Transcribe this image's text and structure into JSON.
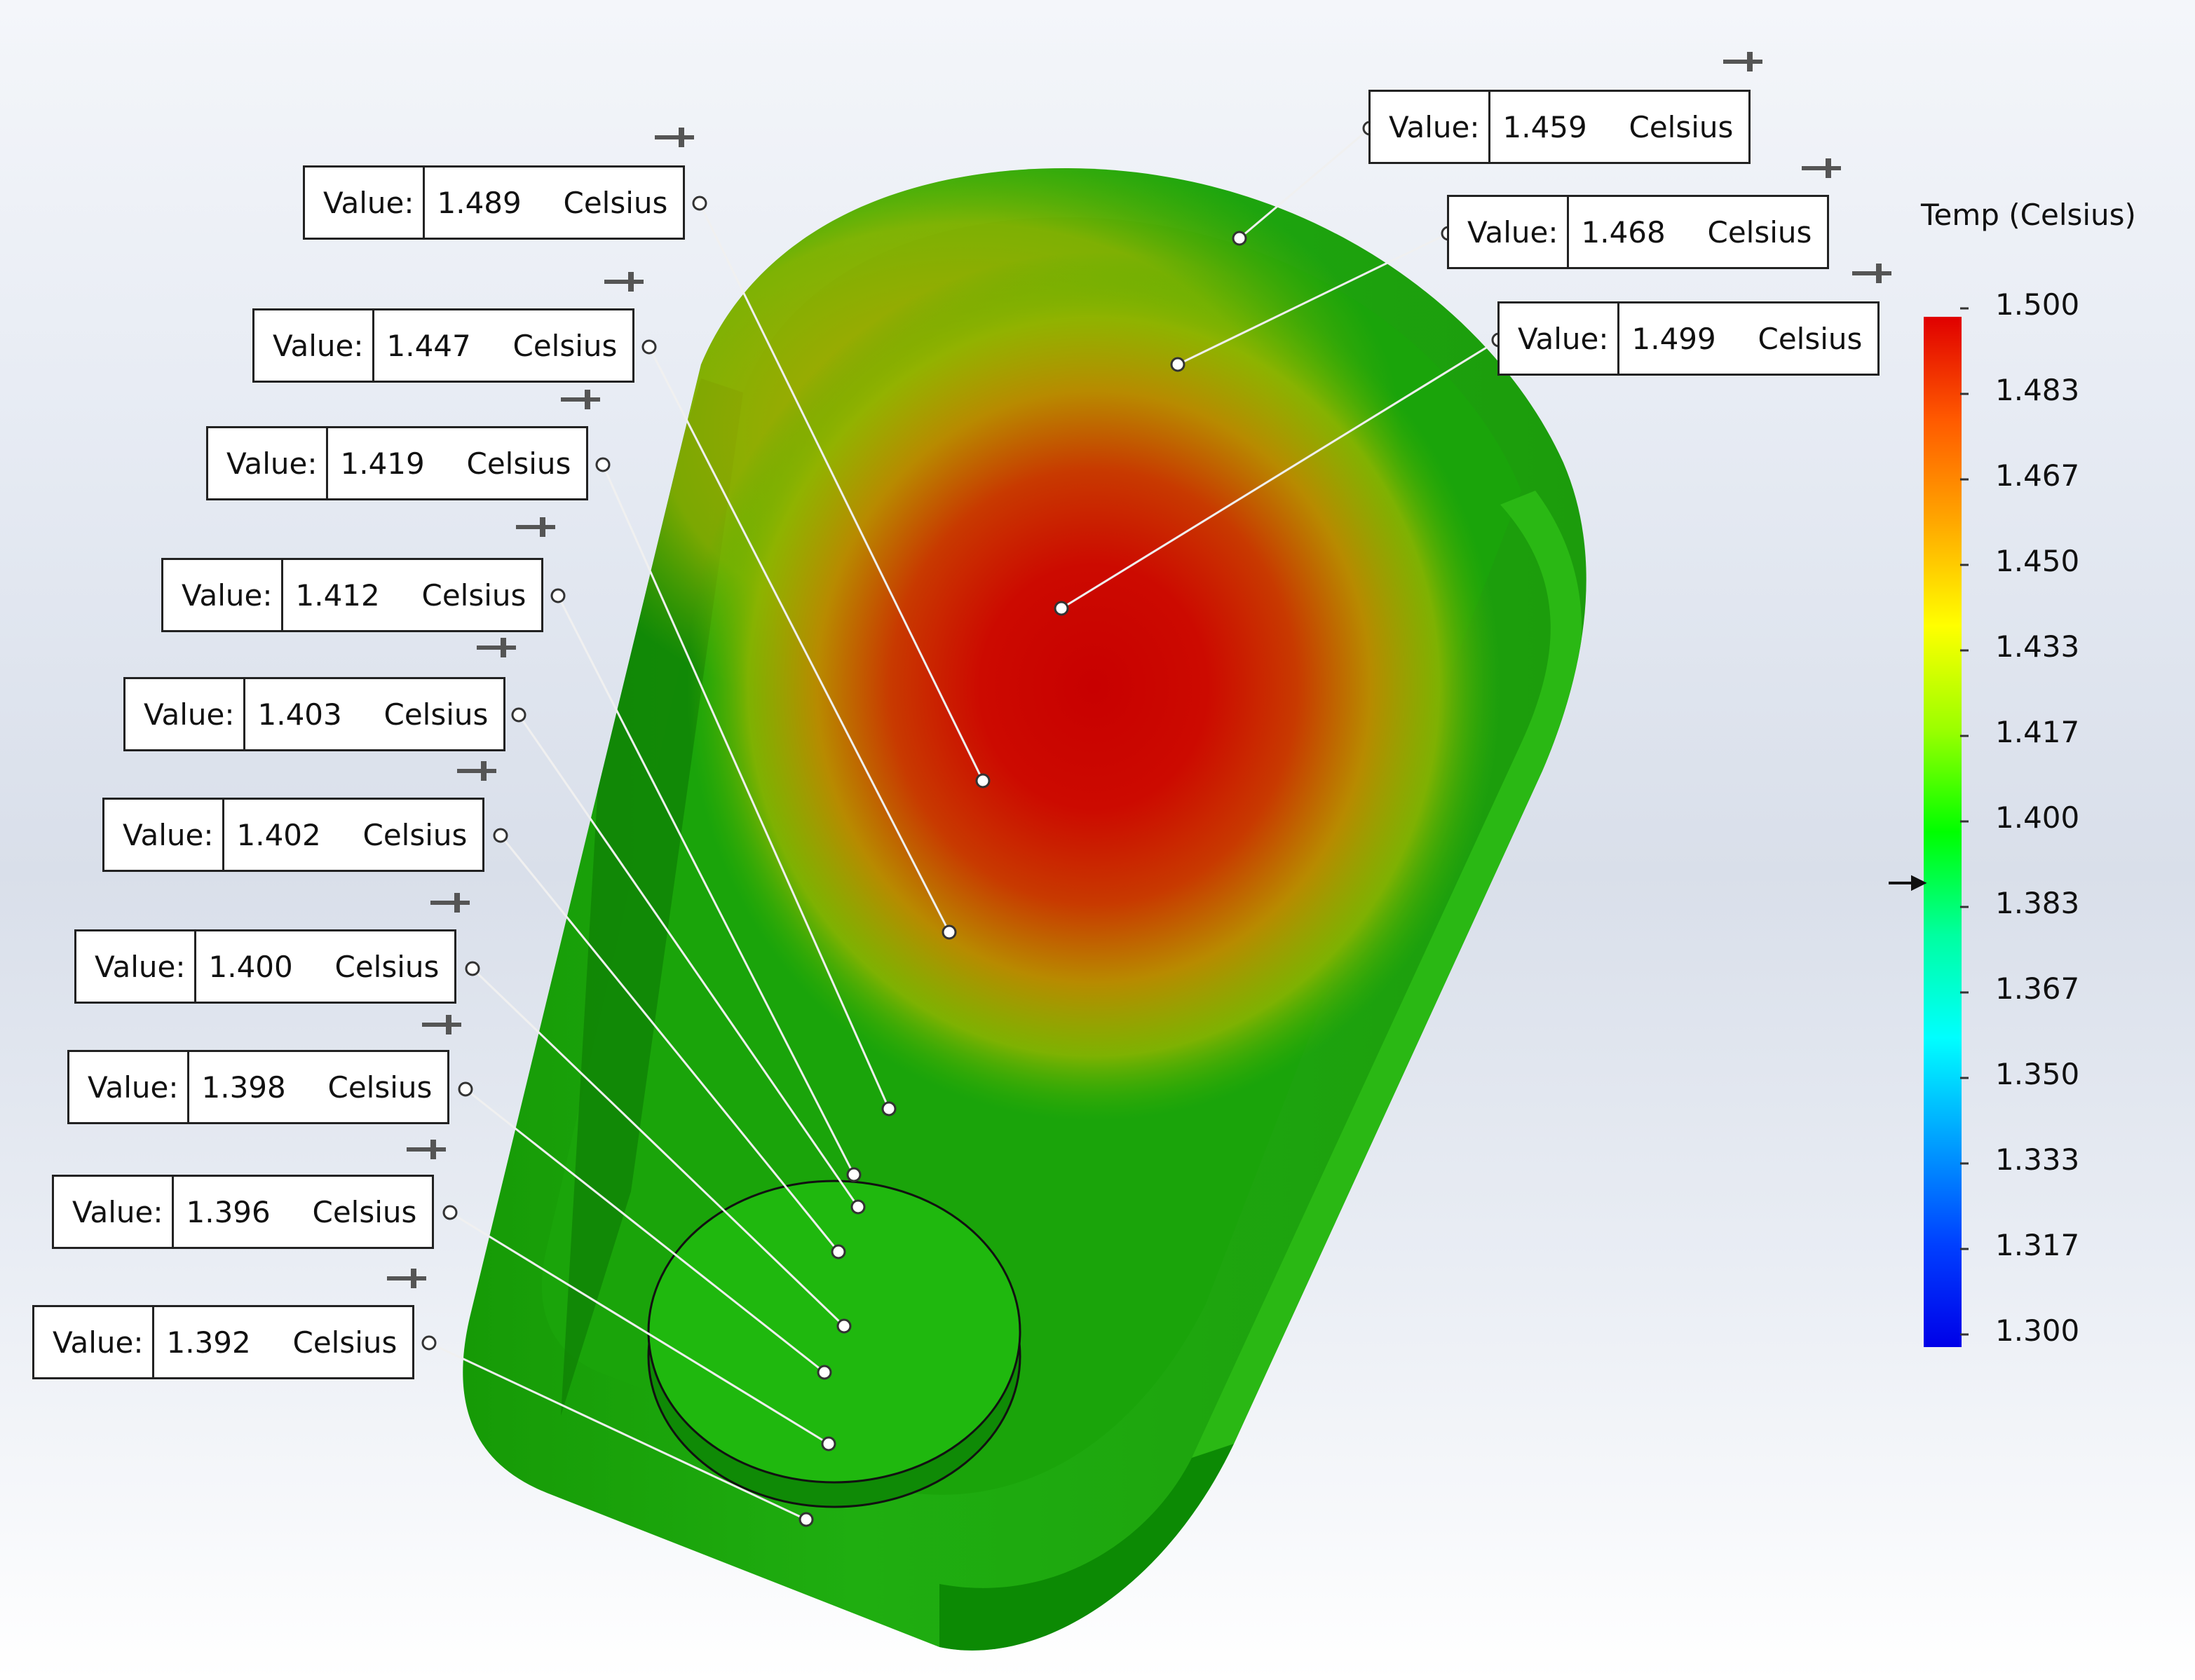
{
  "legend": {
    "title": "Temp (Celsius)",
    "ticks": [
      "1.500",
      "1.483",
      "1.467",
      "1.450",
      "1.433",
      "1.417",
      "1.400",
      "1.383",
      "1.367",
      "1.350",
      "1.333",
      "1.317",
      "1.300"
    ],
    "colors": [
      "#e00000",
      "#ff5a00",
      "#ffa800",
      "#ffff00",
      "#9cff00",
      "#00ff00",
      "#00ffa0",
      "#00ffff",
      "#00a0ff",
      "#0040ff",
      "#0000e8"
    ],
    "marker_value": 1.388
  },
  "probes": [
    {
      "key": "Value:",
      "value": "1.459",
      "unit": "Celsius"
    },
    {
      "key": "Value:",
      "value": "1.468",
      "unit": "Celsius"
    },
    {
      "key": "Value:",
      "value": "1.499",
      "unit": "Celsius"
    },
    {
      "key": "Value:",
      "value": "1.489",
      "unit": "Celsius"
    },
    {
      "key": "Value:",
      "value": "1.447",
      "unit": "Celsius"
    },
    {
      "key": "Value:",
      "value": "1.419",
      "unit": "Celsius"
    },
    {
      "key": "Value:",
      "value": "1.412",
      "unit": "Celsius"
    },
    {
      "key": "Value:",
      "value": "1.403",
      "unit": "Celsius"
    },
    {
      "key": "Value:",
      "value": "1.402",
      "unit": "Celsius"
    },
    {
      "key": "Value:",
      "value": "1.400",
      "unit": "Celsius"
    },
    {
      "key": "Value:",
      "value": "1.398",
      "unit": "Celsius"
    },
    {
      "key": "Value:",
      "value": "1.396",
      "unit": "Celsius"
    },
    {
      "key": "Value:",
      "value": "1.392",
      "unit": "Celsius"
    }
  ]
}
